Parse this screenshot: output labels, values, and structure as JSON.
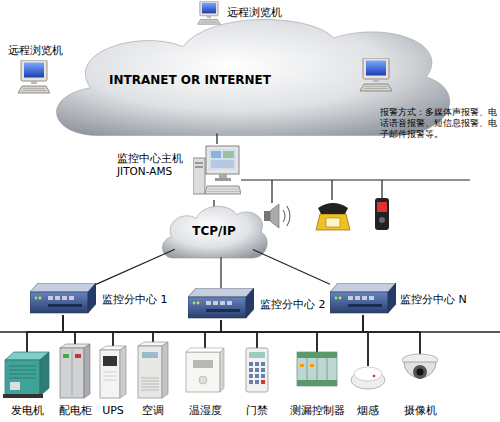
{
  "diagram": {
    "nodes": [
      {
        "text": [
          "远程浏览机"
        ]
      },
      {
        "text": [
          "远程浏览机"
        ]
      },
      {
        "text": [
          "远程浏览机"
        ]
      },
      {
        "text": [
          "INTRANET OR INTERNET"
        ]
      },
      {
        "text": [
          "监控中心主机 JITON-AMS"
        ]
      },
      {
        "text": [
          "TCP/IP"
        ]
      },
      {
        "text": [
          "监控分中心 1"
        ]
      },
      {
        "text": [
          "监控分中心 2"
        ]
      },
      {
        "text": [
          "监控分中心 N"
        ]
      },
      {
        "text": [
          "发电机"
        ]
      },
      {
        "text": [
          "配电柜"
        ]
      },
      {
        "text": [
          "UPS"
        ]
      },
      {
        "text": [
          "空调"
        ]
      },
      {
        "text": [
          "温湿度"
        ]
      },
      {
        "text": [
          "门禁"
        ]
      },
      {
        "text": [
          "测漏控制器"
        ]
      },
      {
        "text": [
          "烟感"
        ]
      },
      {
        "text": [
          "摄像机"
        ]
      }
    ],
    "edges": [
      {
        "from": 3,
        "to": 4,
        "arrow": "none"
      },
      {
        "from": 4,
        "to": 5,
        "arrow": "none"
      },
      {
        "from": 5,
        "to": 6,
        "arrow": "none"
      },
      {
        "from": 5,
        "to": 7,
        "arrow": "none"
      },
      {
        "from": 5,
        "to": 8,
        "arrow": "none"
      },
      {
        "from": 6,
        "to": 9,
        "arrow": "none"
      },
      {
        "from": 6,
        "to": 10,
        "arrow": "none"
      },
      {
        "from": 6,
        "to": 11,
        "arrow": "none"
      },
      {
        "from": 6,
        "to": 12,
        "arrow": "none"
      },
      {
        "from": 6,
        "to": 13,
        "arrow": "none"
      },
      {
        "from": 6,
        "to": 14,
        "arrow": "none"
      },
      {
        "from": 6,
        "to": 15,
        "arrow": "none"
      },
      {
        "from": 6,
        "to": 16,
        "arrow": "none"
      },
      {
        "from": 6,
        "to": 17,
        "arrow": "none"
      },
      {
        "from": 7,
        "to": 9,
        "arrow": "none"
      },
      {
        "from": 7,
        "to": 10,
        "arrow": "none"
      },
      {
        "from": 7,
        "to": 11,
        "arrow": "none"
      },
      {
        "from": 7,
        "to": 12,
        "arrow": "none"
      },
      {
        "from": 7,
        "to": 13,
        "arrow": "none"
      },
      {
        "from": 7,
        "to": 14,
        "arrow": "none"
      },
      {
        "from": 7,
        "to": 15,
        "arrow": "none"
      },
      {
        "from": 7,
        "to": 16,
        "arrow": "none"
      },
      {
        "from": 7,
        "to": 17,
        "arrow": "none"
      },
      {
        "from": 8,
        "to": 9,
        "arrow": "none"
      },
      {
        "from": 8,
        "to": 10,
        "arrow": "none"
      },
      {
        "from": 8,
        "to": 11,
        "arrow": "none"
      },
      {
        "from": 8,
        "to": 12,
        "arrow": "none"
      },
      {
        "from": 8,
        "to": 13,
        "arrow": "none"
      },
      {
        "from": 8,
        "to": 14,
        "arrow": "none"
      },
      {
        "from": 8,
        "to": 15,
        "arrow": "none"
      },
      {
        "from": 8,
        "to": 16,
        "arrow": "none"
      },
      {
        "from": 8,
        "to": 17,
        "arrow": "none"
      }
    ],
    "labels": [
      "报警方式：多媒体声报警、电话语音报警、短信息报警、电子邮件报警等。"
    ]
  }
}
